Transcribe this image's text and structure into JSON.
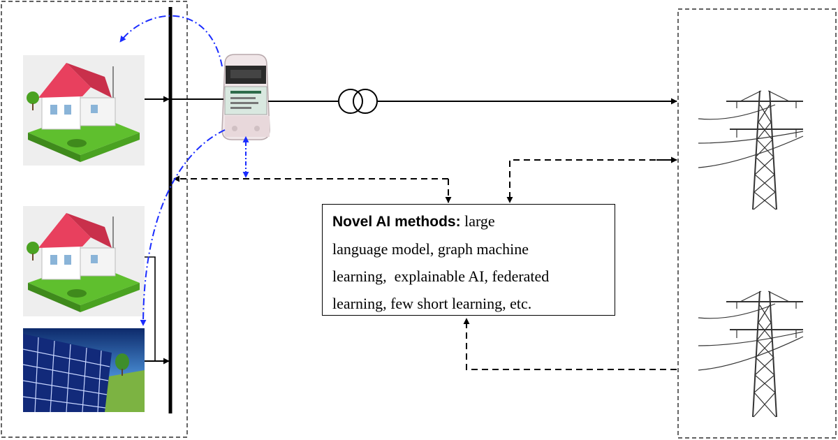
{
  "ai_box": {
    "title": "Novel AI methods:",
    "lines": [
      " large",
      "language model, graph machine",
      "learning,  explainable AI, federated",
      "learning, few short learning, etc."
    ]
  },
  "colors": {
    "line": "#000000",
    "comm_link": "#1a2cff",
    "roof": "#e8405e",
    "grass": "#5fbf2e",
    "meter_body": "#f0e6e8",
    "tower": "#3a3a3a"
  },
  "icons": {
    "house_1": "house-icon",
    "house_2": "house-icon",
    "solar_panel": "solar-panel-icon",
    "meter": "smart-meter-icon",
    "transformer": "transformer-icon",
    "tower_1": "transmission-tower-icon",
    "tower_2": "transmission-tower-icon"
  }
}
